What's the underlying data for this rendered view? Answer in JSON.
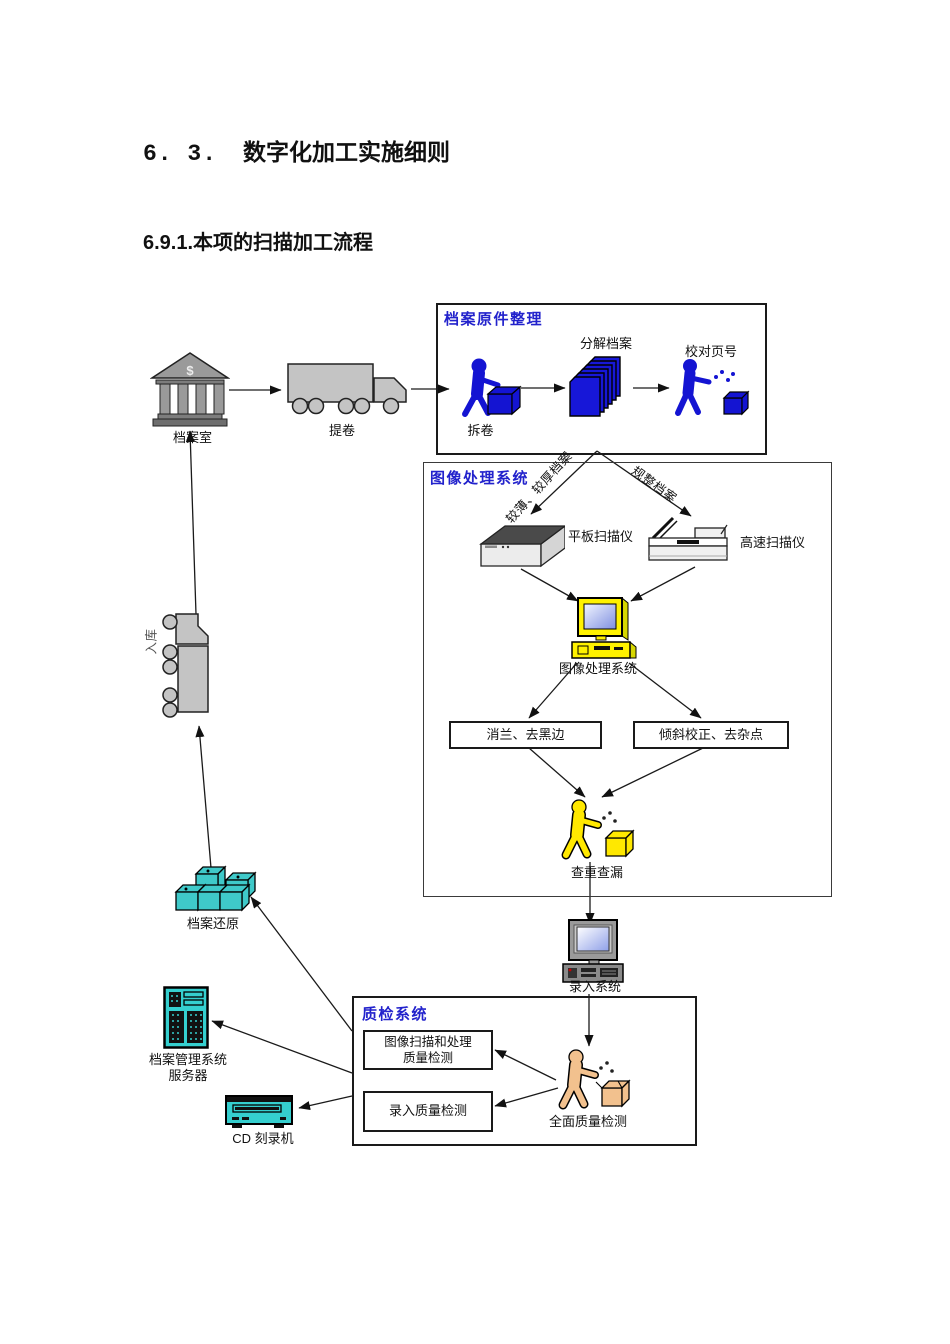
{
  "document": {
    "heading1_number": "6. 3.",
    "heading1_title": "数字化加工实施细则",
    "heading2": "6.9.1.本项的扫描加工流程"
  },
  "diagram": {
    "groups": {
      "archive_prep_title": "档案原件整理",
      "image_processing_title": "图像处理系统",
      "quality_check_title": "质检系统"
    },
    "nodes": {
      "archive_room": "档案室",
      "fetch_volume": "提卷",
      "unbind_volume": "拆卷",
      "split_archive": "分解档案",
      "check_page_number": "校对页号",
      "flatbed_scanner": "平板扫描仪",
      "highspeed_scanner": "高速扫描仪",
      "image_processing_pc": "图像处理系统",
      "remove_blue_black_edge": "消兰、去黑边",
      "deskew_despeckle": "倾斜校正、去杂点",
      "check_dup_missing": "查重查漏",
      "entry_system": "录入系统",
      "scan_quality_line1": "图像扫描和处理",
      "scan_quality_line2": "质量检测",
      "entry_quality": "录入质量检测",
      "overall_quality": "全面质量检测",
      "archive_restore": "档案还原",
      "server_line1": "档案管理系统",
      "server_line2": "服务器",
      "cd_writer": "CD 刻录机",
      "into_storage": "入库"
    },
    "edge_labels": {
      "thin_thick_archive": "较薄、较厚档案",
      "regular_archive": "规整档案"
    },
    "icons": {
      "bank_currency_symbol": "$"
    },
    "colors": {
      "title_blue": "#2222CC",
      "icon_blue": "#1414D2",
      "icon_yellow": "#FFE800",
      "icon_tan": "#F2C18E",
      "icon_teal": "#35CFCF"
    }
  }
}
